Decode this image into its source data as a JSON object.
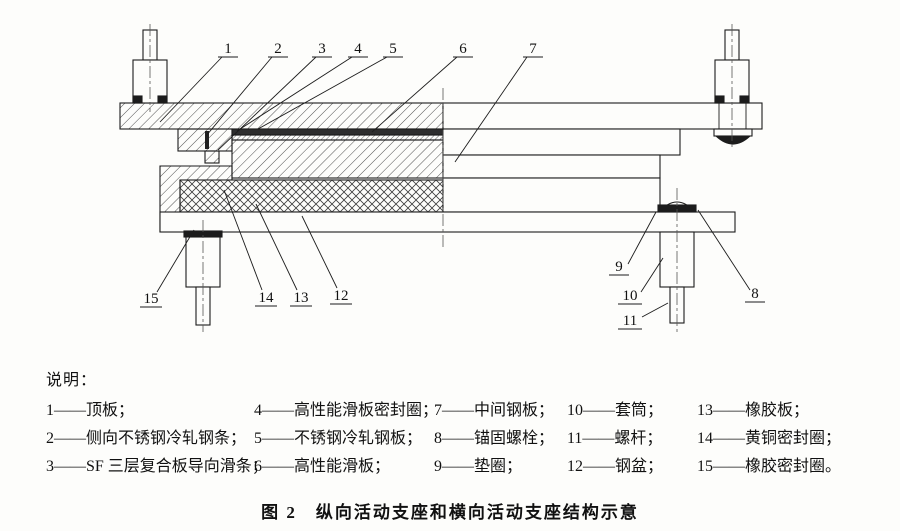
{
  "page": {
    "background": "#fdfdfb",
    "line_color": "#1c1c1c"
  },
  "legend": {
    "heading": "说明：",
    "rows": [
      [
        "1——顶板；",
        "4——高性能滑板密封圈；",
        "7——中间钢板；",
        "10——套筒；",
        "13——橡胶板；"
      ],
      [
        "2——侧向不锈钢冷轧钢条；",
        "5——不锈钢冷轧钢板；",
        "8——锚固螺栓；",
        "11——螺杆；",
        "14——黄铜密封圈；"
      ],
      [
        "3——SF 三层复合板导向滑条；",
        "6——高性能滑板；",
        "9——垫圈；",
        "12——钢盆；",
        "15——橡胶密封圈。"
      ]
    ]
  },
  "caption": "图 2　纵向活动支座和横向活动支座结构示意",
  "diagram": {
    "callouts": {
      "n1": "1",
      "n2": "2",
      "n3": "3",
      "n4": "4",
      "n5": "5",
      "n6": "6",
      "n7": "7",
      "n8": "8",
      "n9": "9",
      "n10": "10",
      "n11": "11",
      "n12": "12",
      "n13": "13",
      "n14": "14",
      "n15": "15"
    }
  }
}
